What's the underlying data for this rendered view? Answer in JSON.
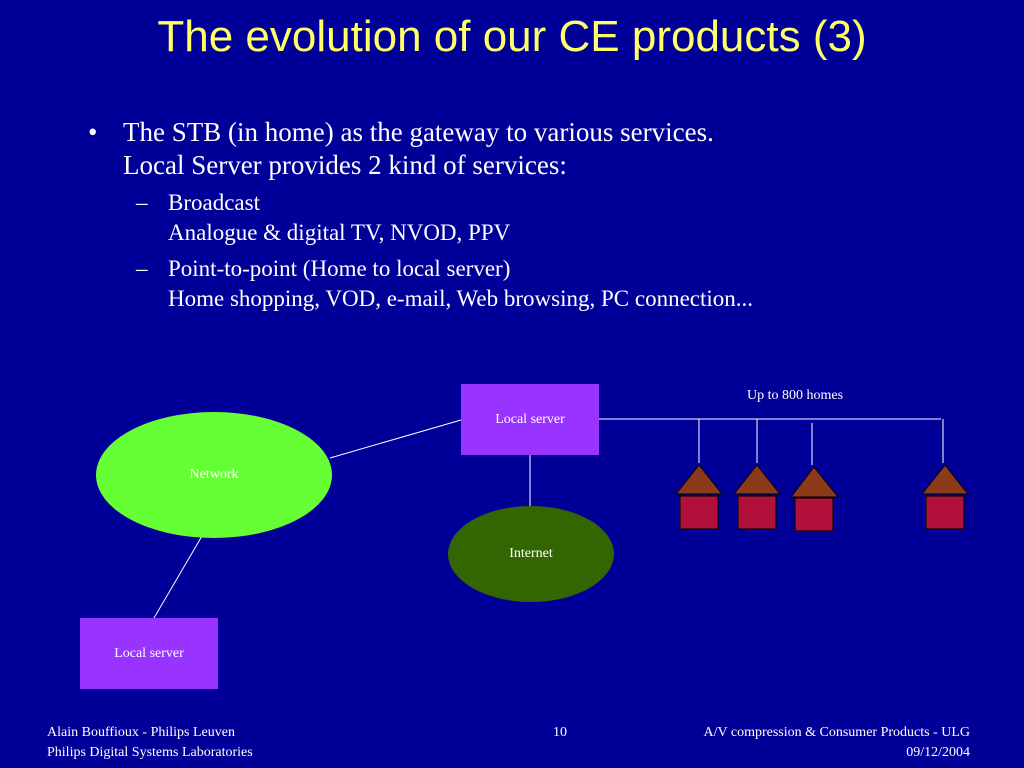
{
  "title": "The evolution of our CE products (3)",
  "bullets": {
    "main": {
      "marker": "•",
      "line1": "The STB (in home) as the gateway to various services.",
      "line2": "Local Server provides 2 kind of services:"
    },
    "sub": [
      {
        "marker": "–",
        "line1": "Broadcast",
        "line2": "Analogue & digital TV, NVOD, PPV"
      },
      {
        "marker": "–",
        "line1": "Point-to-point (Home to local server)",
        "line2": "Home shopping, VOD, e-mail, Web browsing, PC connection..."
      }
    ]
  },
  "diagram": {
    "local_server_top": "Local server",
    "local_server_bottom": "Local server",
    "network": "Network",
    "internet": "Internet",
    "homes_label": "Up to 800 homes",
    "colors": {
      "background": "#000099",
      "server_box": "#9933ff",
      "network": "#66ff33",
      "internet": "#336600",
      "roof": "#8b3a1a",
      "house": "#b0103a"
    }
  },
  "footer": {
    "author": "Alain Bouffioux - Philips Leuven",
    "org": "Philips Digital Systems Laboratories",
    "page": "10",
    "course": "A/V compression & Consumer Products - ULG",
    "date": "09/12/2004"
  }
}
